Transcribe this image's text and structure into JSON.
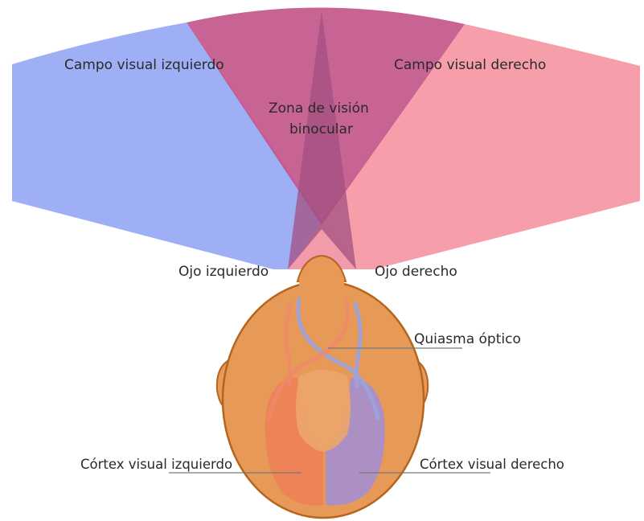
{
  "labels": {
    "left_field": "Campo visual izquierdo",
    "right_field": "Campo visual derecho",
    "binocular_zone_line1": "Zona de visión",
    "binocular_zone_line2": "binocular",
    "left_eye": "Ojo izquierdo",
    "right_eye": "Ojo derecho",
    "optic_chiasm": "Quiasma óptico",
    "left_cortex": "Córtex visual izquierdo",
    "right_cortex": "Córtex visual derecho"
  },
  "colors": {
    "left_field": "#9aabf5",
    "right_field": "#f59aa6",
    "overlap": "#c2578a",
    "head": "#e79a58",
    "head_outline": "#b5651d",
    "left_cortex": "#ee7f57",
    "right_cortex": "#a58fd0",
    "leader_line": "#777777"
  }
}
